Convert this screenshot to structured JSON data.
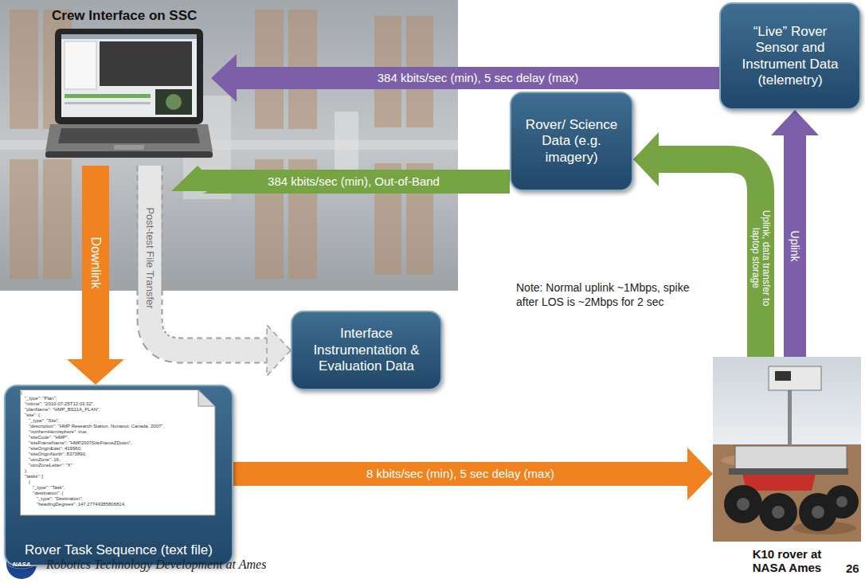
{
  "diagram": {
    "nodes": [
      {
        "text": [
          "Crew Interface on SSC"
        ]
      },
      {
        "text": [
          "“Live” Rover Sensor and Instrument Data (telemetry)"
        ]
      },
      {
        "text": [
          "Rover/ Science Data (e.g. imagery)"
        ]
      },
      {
        "text": [
          "Interface Instrumentation & Evaluation Data"
        ]
      },
      {
        "text": [
          "Rover Task Sequence (text file)"
        ]
      },
      {
        "text": [
          "K10 rover at NASA Ames"
        ]
      }
    ],
    "edges": [
      {
        "from": 1,
        "to": 0,
        "arrow": "to",
        "label": "384 kbits/sec (min), 5 sec delay (max)"
      },
      {
        "from": 2,
        "to": 0,
        "arrow": "to",
        "label": "384 kbits/sec (min), Out-of-Band"
      },
      {
        "from": 0,
        "to": 4,
        "arrow": "to",
        "label": "Downlink"
      },
      {
        "from": 0,
        "to": 3,
        "arrow": "to",
        "label": "Post-test File Transfer"
      },
      {
        "from": 4,
        "to": 5,
        "arrow": "to",
        "label": "8 kbits/sec (min), 5 sec delay (max)"
      },
      {
        "from": 5,
        "to": 2,
        "arrow": "to",
        "label": "Uplink, data transfer to laptop storage"
      },
      {
        "from": 5,
        "to": 1,
        "arrow": "to",
        "label": "Uplink"
      }
    ],
    "labels": [
      "Note: Normal uplink ~1Mbps, spike after LOS is ~2Mbps for 2 sec",
      "NASA",
      "Robotics Technology Development at Ames",
      "26",
      "{",
      "\"_type\": \"Plan\",",
      "\"mtime\": \"2010-07-25T12:03:32\",",
      "\"planName\": \"HMP_BS11A_PLAN\",",
      "\"site\": {",
      "\"_type\": \"Site\",",
      "\"description\": \"HMP Research Station, Nunavut, Canada, 2007\",",
      "\"northernHemisphere\": true,",
      "\"siteCode\": \"HMP\",",
      "\"siteFrameName\": \"HMP2007SiteFrameZDown\",",
      "\"siteOriginEast\": 419960,",
      "\"siteOriginNorth\": 8373890,",
      "\"utmZone\": 16,",
      "\"utmZoneLetter\": \"X\"",
      "},",
      "\"tasks\": [",
      "{",
      "\"_type\": \"Task\",",
      "\"destination\": {",
      "\"_type\": \"Destination\",",
      "\"headingDegrees\": 147.27749385806814,"
    ]
  }
}
